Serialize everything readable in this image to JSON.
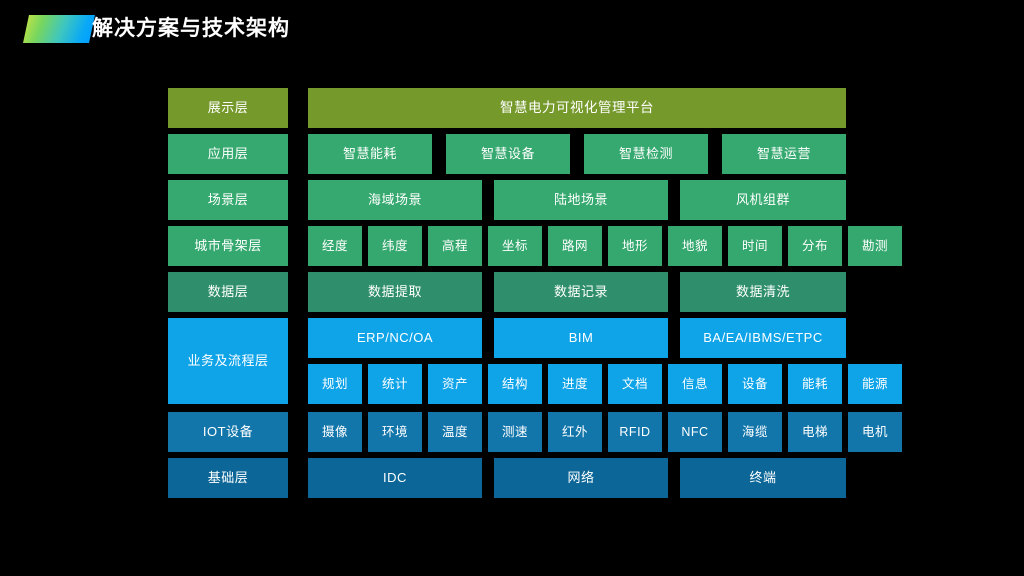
{
  "header": {
    "title": "解决方案与技术架构",
    "mark": "gradient-parallelogram"
  },
  "diagram": {
    "rows": [
      {
        "id": "presentation",
        "label": "展示层",
        "color": "#76992b",
        "items": [
          "智慧电力可视化管理平台"
        ]
      },
      {
        "id": "application",
        "label": "应用层",
        "color": "#35a96f",
        "items": [
          "智慧能耗",
          "智慧设备",
          "智慧检测",
          "智慧运营"
        ]
      },
      {
        "id": "scene",
        "label": "场景层",
        "color": "#35a96f",
        "items": [
          "海域场景",
          "陆地场景",
          "风机组群"
        ]
      },
      {
        "id": "city-skeleton",
        "label": "城市骨架层",
        "color": "#34a86e",
        "items": [
          "经度",
          "纬度",
          "高程",
          "坐标",
          "路网",
          "地形",
          "地貌",
          "时间",
          "分布",
          "勘测"
        ]
      },
      {
        "id": "data",
        "label": "数据层",
        "color": "#2f8f6d",
        "items": [
          "数据提取",
          "数据记录",
          "数据清洗"
        ]
      },
      {
        "id": "business-process",
        "label": "业务及流程层",
        "color": "#0fa3e8",
        "items_top": [
          "ERP/NC/OA",
          "BIM",
          "BA/EA/IBMS/ETPC"
        ],
        "items_bottom": [
          "规划",
          "统计",
          "资产",
          "结构",
          "进度",
          "文档",
          "信息",
          "设备",
          "能耗",
          "能源"
        ]
      },
      {
        "id": "iot",
        "label": "IOT设备",
        "color": "#1276ab",
        "items": [
          "摄像",
          "环境",
          "温度",
          "测速",
          "红外",
          "RFID",
          "NFC",
          "海缆",
          "电梯",
          "电机"
        ]
      },
      {
        "id": "infrastructure",
        "label": "基础层",
        "color": "#0c6798",
        "items": [
          "IDC",
          "网络",
          "终端"
        ]
      }
    ]
  },
  "colors": {
    "background": "#000000",
    "olive": "#76992b",
    "green": "#35a96f",
    "teal": "#2f8f6d",
    "cyan": "#0fa3e8",
    "blue": "#1276ab",
    "blue_dark": "#0c6798",
    "text": "#ffffff"
  }
}
